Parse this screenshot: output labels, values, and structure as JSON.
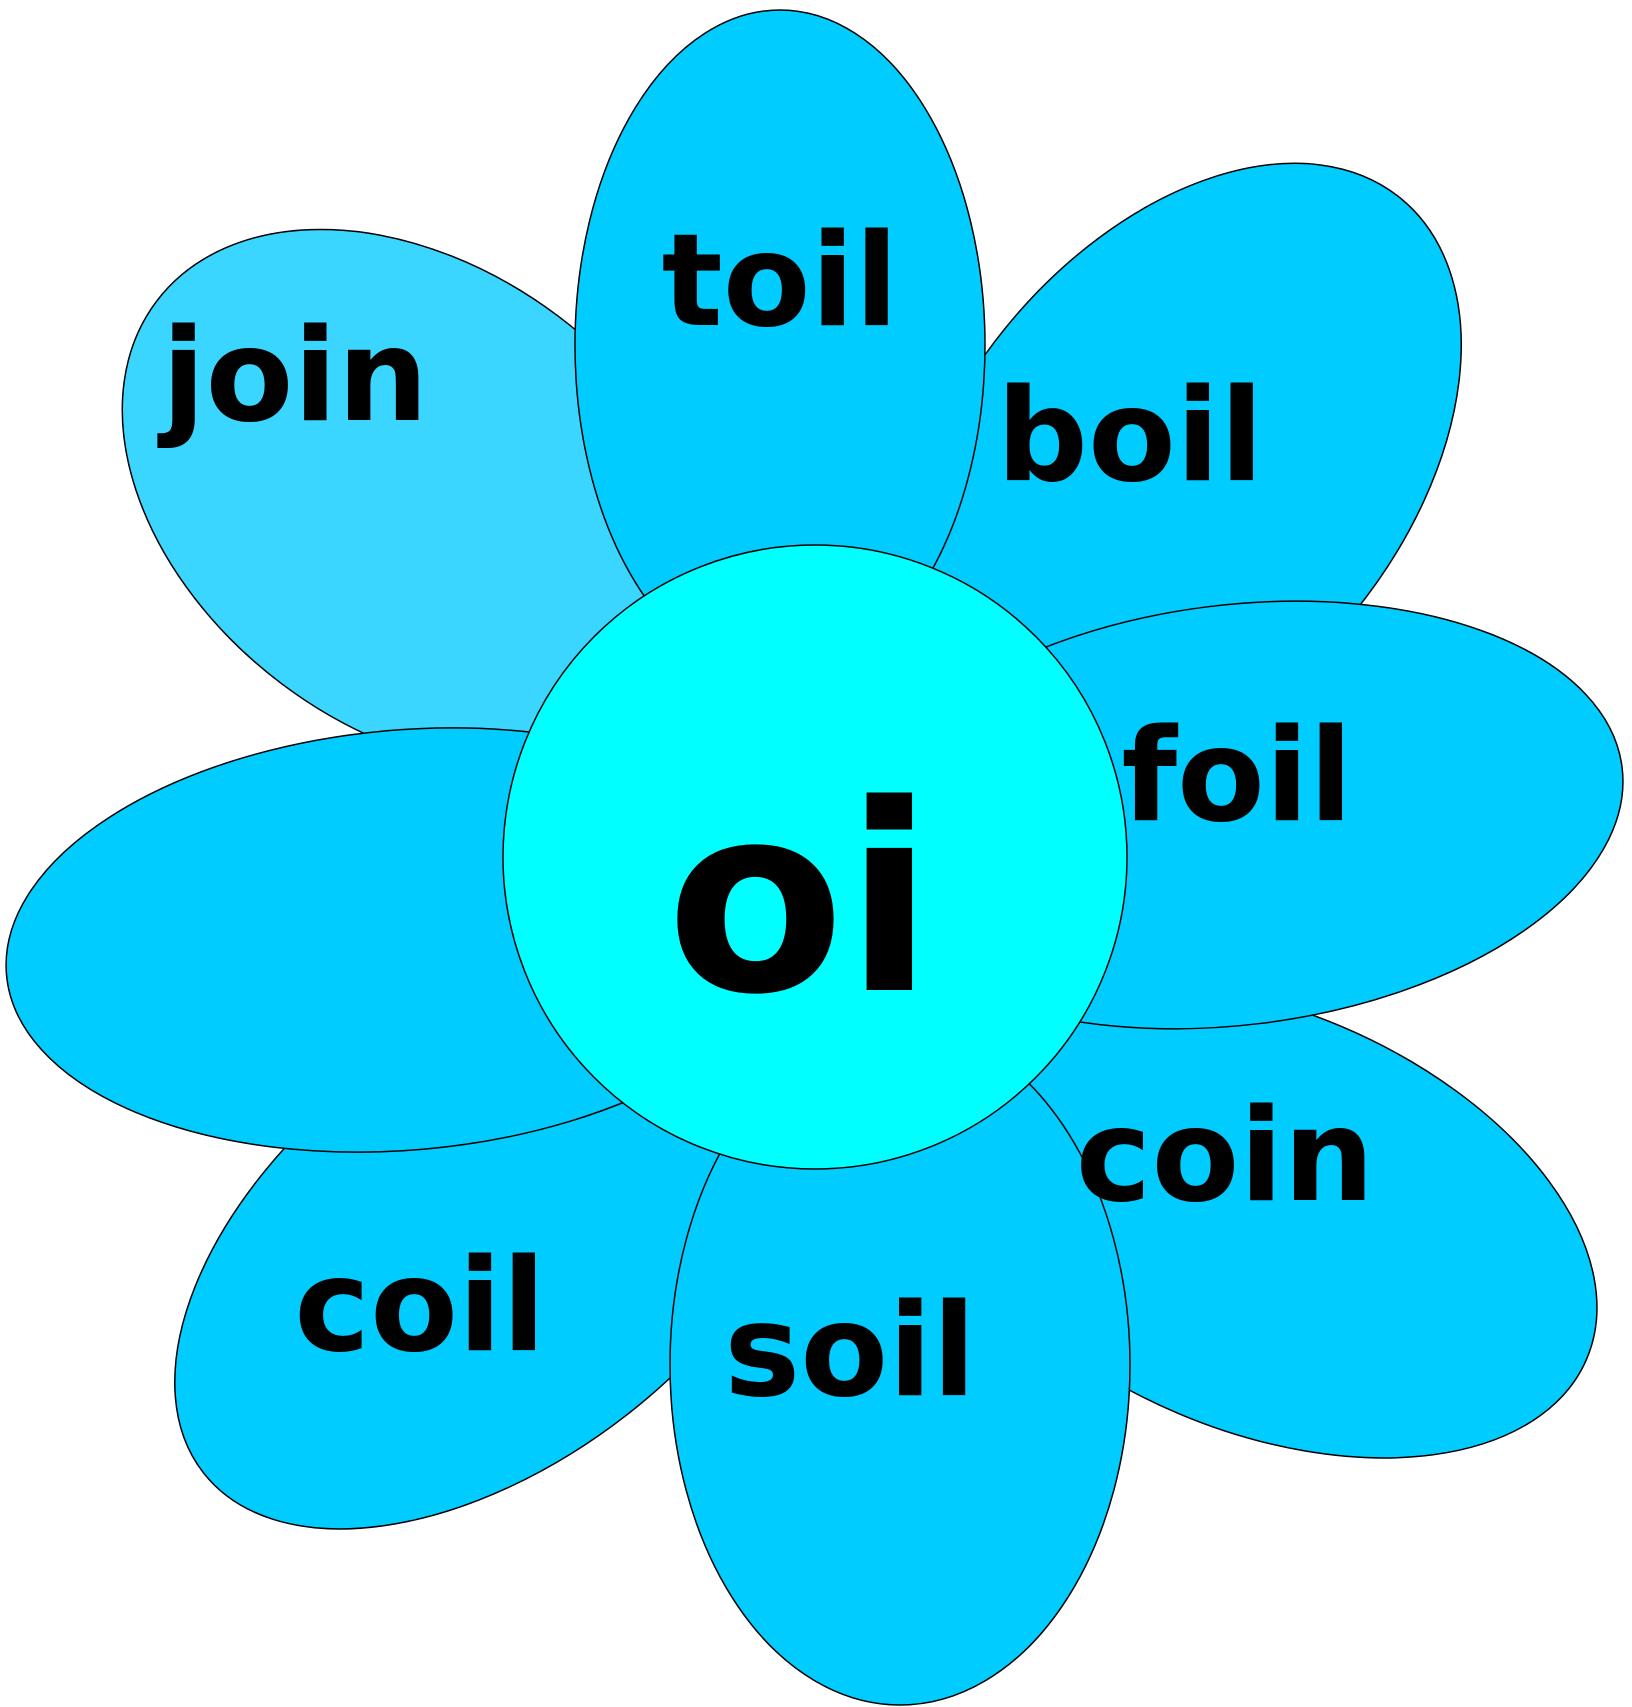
{
  "colors": {
    "petal": "#00ccff",
    "petal_highlight": "#3ad6ff",
    "center": "#00ffff",
    "outline": "#000000",
    "text": "#000000"
  },
  "center": {
    "label": "oi"
  },
  "petals": [
    {
      "word": "join",
      "highlight": true
    },
    {
      "word": "toil"
    },
    {
      "word": "boil"
    },
    {
      "word": "foil"
    },
    {
      "word": "coin"
    },
    {
      "word": "soil"
    },
    {
      "word": "coil"
    },
    {
      "word": ""
    }
  ]
}
